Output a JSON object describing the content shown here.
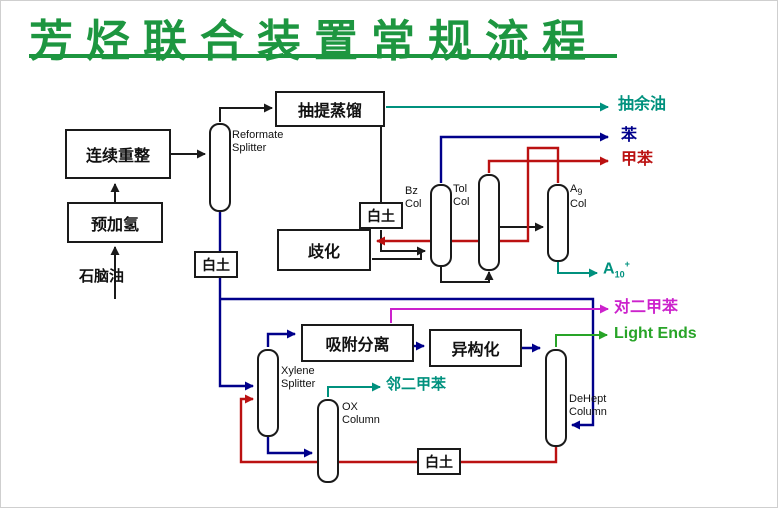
{
  "title": "芳烃联合装置常规流程",
  "colors": {
    "title": "#1d9640",
    "black": "#1a1a1a",
    "navy": "#00008b",
    "red": "#bb1111",
    "teal": "#00917e",
    "green": "#28a428",
    "magenta": "#cc22cc"
  },
  "units": {
    "reforming": "连续重整",
    "prehydro": "预加氢",
    "extractive": "抽提蒸馏",
    "tdp": "歧化",
    "adsorption": "吸附分离",
    "isom": "异构化",
    "clay": "白土"
  },
  "columns": {
    "reformate_splitter": "Reformate\nSplitter",
    "bz": "Bz\nCol",
    "tol": "Tol\nCol",
    "a9": {
      "pre": "A",
      "sub": "9",
      "line2": "Col"
    },
    "xylene_splitter": "Xylene\nSplitter",
    "ox": "OX\nColumn",
    "dehept": "DeHept\nColumn"
  },
  "streams": {
    "naphtha": "石脑油",
    "raffinate": "抽余油",
    "benzene": "苯",
    "toluene": "甲苯",
    "a10": {
      "pre": "A",
      "sub": "10",
      "sup": "+"
    },
    "px": "对二甲苯",
    "light_ends": "Light Ends",
    "ox": "邻二甲苯"
  }
}
